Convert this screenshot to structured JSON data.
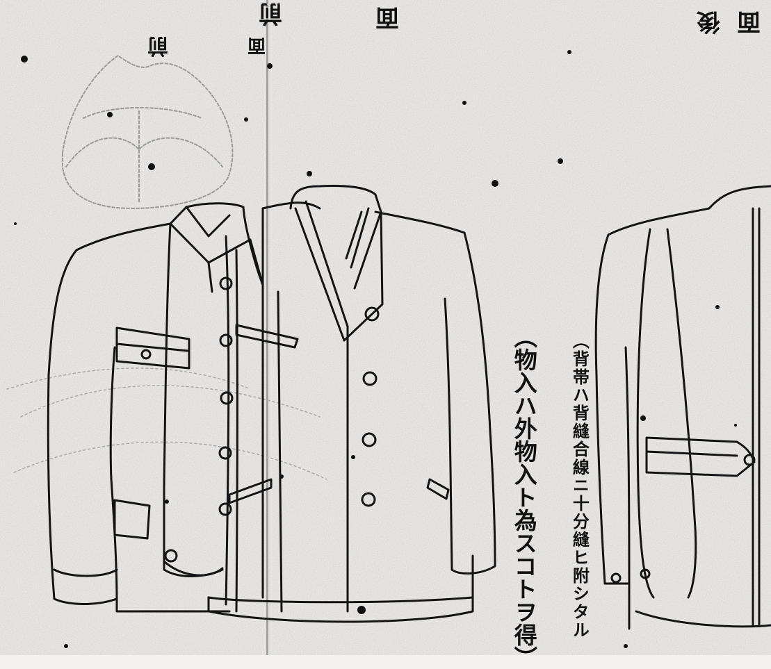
{
  "header": {
    "left_front_upper": "前",
    "left_front_lower": "面",
    "right_back_upper": "後",
    "right_back_lower": "面",
    "small_front_label": "前",
    "small_front_label2": "面"
  },
  "notes": {
    "center_note": "（物入ハ外物入ト為スコトヲ得）",
    "right_note": "（背帯ハ背縫合線ニ十分縫ヒ附シタル"
  },
  "figure": {
    "subject": "military-jacket-diagram",
    "views": [
      "front",
      "back"
    ],
    "line_color": "#141414",
    "paper_color": "#f4f3ef"
  }
}
